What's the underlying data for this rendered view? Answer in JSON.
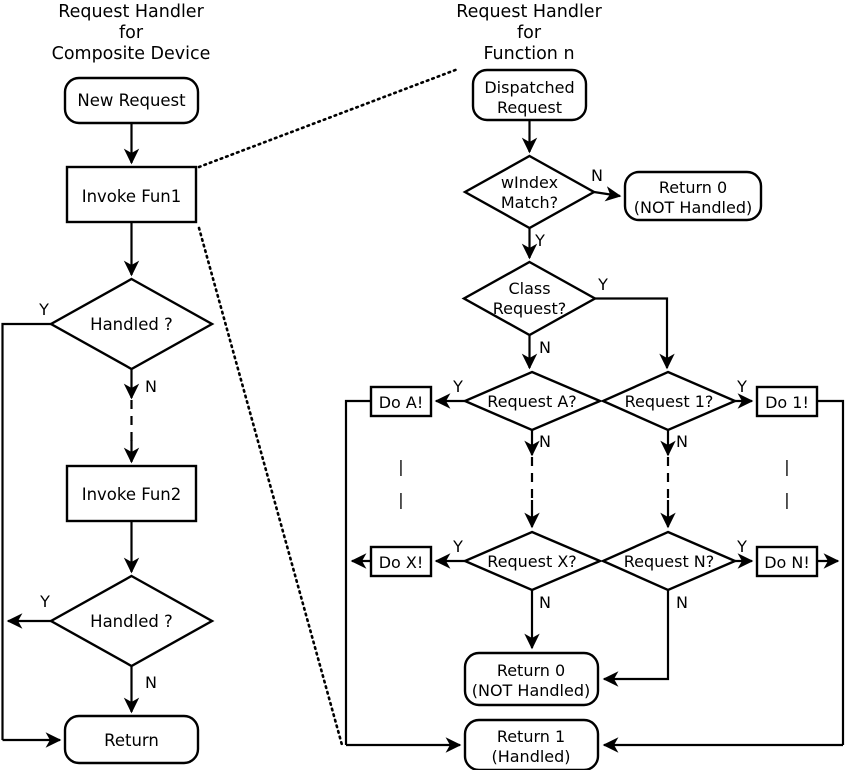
{
  "diagram": {
    "title_left": [
      "Request Handler",
      "for",
      "Composite Device"
    ],
    "title_right": [
      "Request Handler",
      "for",
      "Function n"
    ],
    "left_flow": {
      "start": "New Request",
      "invoke1": "Invoke Fun1",
      "decision1": "Handled ?",
      "invoke2": "Invoke Fun2",
      "decision2": "Handled ?",
      "end": "Return",
      "labels": {
        "d1_yes": "Y",
        "d1_no": "N",
        "d2_yes": "Y",
        "d2_no": "N"
      }
    },
    "right_flow": {
      "start": [
        "Dispatched",
        "Request"
      ],
      "windex": [
        "wIndex",
        "Match?"
      ],
      "windex_yes": "Y",
      "windex_no": "N",
      "return0_top": [
        "Return 0",
        "(NOT Handled)"
      ],
      "class_request": [
        "Class",
        "Request?"
      ],
      "class_yes": "Y",
      "class_no": "N",
      "request_a": "Request A?",
      "request_a_yes": "Y",
      "request_a_no": "N",
      "do_a": "Do A!",
      "request_x": "Request X?",
      "request_x_yes": "Y",
      "request_x_no": "N",
      "do_x": "Do X!",
      "request_1": "Request 1?",
      "request_1_yes": "Y",
      "request_1_no": "N",
      "do_1": "Do 1!",
      "request_n": "Request N?",
      "request_n_yes": "Y",
      "request_n_no": "N",
      "do_n": "Do N!",
      "return0_bottom": [
        "Return 0",
        "(NOT Handled)"
      ],
      "return1": [
        "Return 1",
        "(Handled)"
      ],
      "ellipsis_left": "|",
      "ellipsis_right": "|"
    },
    "colors": {
      "stroke": "#000000",
      "fill": "#ffffff",
      "background": "#ffffff"
    }
  }
}
